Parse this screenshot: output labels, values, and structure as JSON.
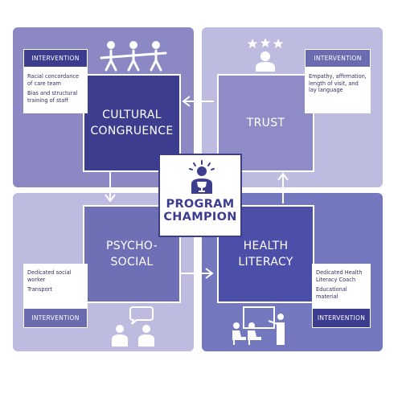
{
  "colors": {
    "q_cultural": "#8c88c4",
    "q_trust": "#bdbbe0",
    "q_psycho": "#bdbbe0",
    "q_literacy": "#7478bf",
    "inner_cultural": "#3d3d8f",
    "inner_trust": "#8f8bc6",
    "inner_psycho": "#6f6fb5",
    "inner_literacy": "#4c4fa7",
    "center_border": "#3d3d8f"
  },
  "center": {
    "title": "PROGRAM\nCHAMPION",
    "icon": "champion-person-with-trophy-icon"
  },
  "quadrants": {
    "cultural": {
      "title": "CULTURAL\nCONGRUENCE",
      "intervention_label": "INTERVENTION",
      "items": [
        "Racial concordance of care team",
        "Bias and structural training of staff"
      ],
      "icon": "group-of-people-icon"
    },
    "trust": {
      "title": "TRUST",
      "intervention_label": "INTERVENTION",
      "items": [
        "Empathy, affirmation, length of visit, and lay language"
      ],
      "icon": "person-with-stars-icon"
    },
    "psycho": {
      "title": "PSYCHO-\nSOCIAL",
      "intervention_label": "INTERVENTION",
      "items": [
        "Dedicated social worker",
        "Transport"
      ],
      "icon": "two-people-talking-icon"
    },
    "literacy": {
      "title": "HEALTH\nLITERACY",
      "intervention_label": "INTERVENTION",
      "items": [
        "Dedicated Health Literacy Coach",
        "Educational material"
      ],
      "icon": "classroom-presentation-icon"
    }
  }
}
